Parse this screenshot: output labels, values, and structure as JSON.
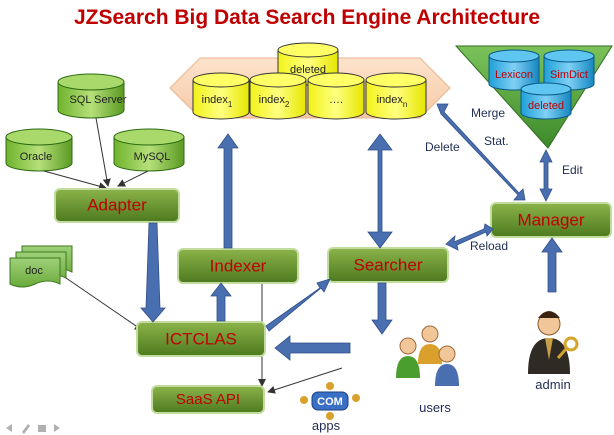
{
  "title": "JZSearch Big Data Search Engine Architecture",
  "sources": {
    "sql_server": "SQL Server",
    "oracle": "Oracle",
    "mysql": "MySQL",
    "doc": "doc"
  },
  "index_store": {
    "deleted": "deleted",
    "index1_base": "index",
    "index1_sub": "1",
    "index2_base": "index",
    "index2_sub": "2",
    "ellipsis": "….",
    "indexn_base": "index",
    "indexn_sub": "n"
  },
  "dictionary": {
    "lexicon": "Lexicon",
    "simdict": "SimDict",
    "deleted": "deleted"
  },
  "modules": {
    "adapter": "Adapter",
    "indexer": "Indexer",
    "searcher": "Searcher",
    "manager": "Manager",
    "ictclas": "ICTCLAS",
    "saas_api": "SaaS API"
  },
  "edge_labels": {
    "merge": "Merge",
    "stat": "Stat.",
    "delete": "Delete",
    "edit": "Edit",
    "reload": "Reload"
  },
  "actors": {
    "users": "users",
    "admin": "admin",
    "apps": "apps",
    "com_logo": "COM"
  }
}
